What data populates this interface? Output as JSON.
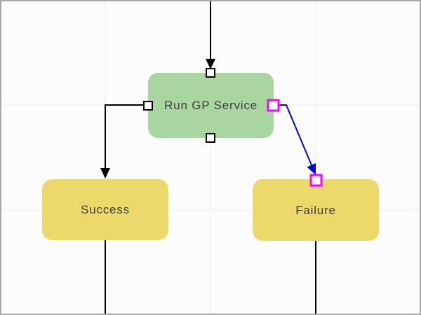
{
  "canvas": {
    "background": "#fcfcfc",
    "border_color": "#a9a9a9",
    "gridline_color": "#ededed"
  },
  "nodes": [
    {
      "id": "run-gp-service",
      "label": "Run GP Service",
      "fill": "#a8d5a0",
      "text_color": "#3e3e3e"
    },
    {
      "id": "success",
      "label": "Success",
      "fill": "#ecd96a",
      "text_color": "#3e3e3e"
    },
    {
      "id": "failure",
      "label": "Failure",
      "fill": "#ecd96a",
      "text_color": "#3e3e3e"
    }
  ],
  "edges": [
    {
      "id": "incoming-to-run-gp-service",
      "color": "#000000"
    },
    {
      "id": "run-gp-service-to-success",
      "color": "#000000"
    },
    {
      "id": "run-gp-service-to-failure",
      "color": "#0000ee"
    },
    {
      "id": "success-outgoing",
      "color": "#000000"
    },
    {
      "id": "failure-outgoing",
      "color": "#000000"
    }
  ],
  "handles": {
    "fill": "#ffffff",
    "default_border": "#000000",
    "active_border": "#ff00ff"
  }
}
